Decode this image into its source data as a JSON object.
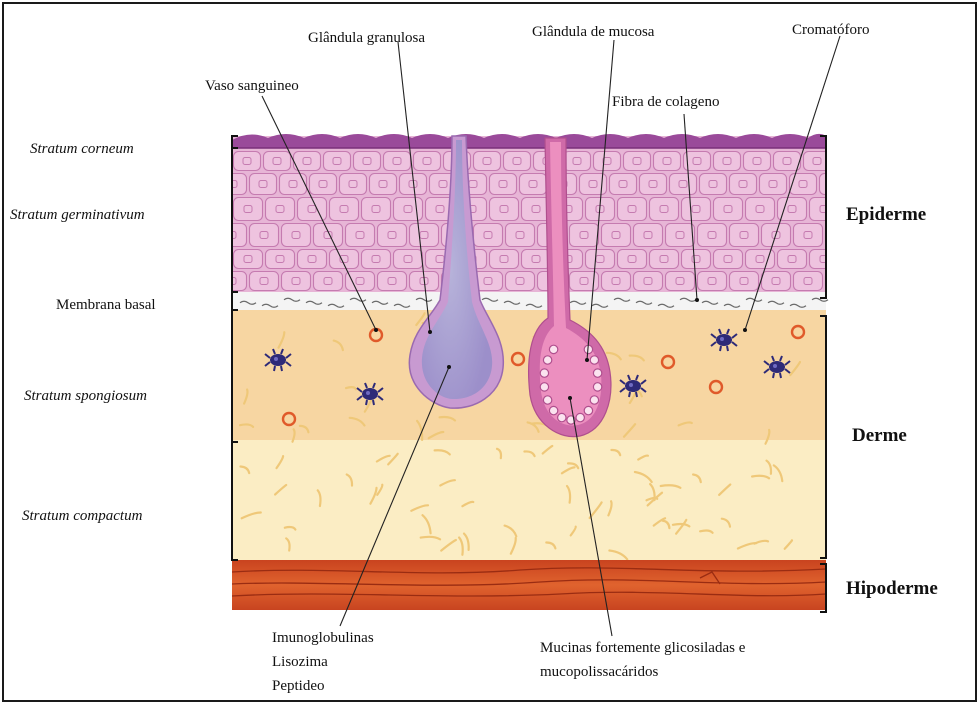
{
  "labels": {
    "vaso_sanguineo": "Vaso sanguineo",
    "glandula_granulosa": "Glândula granulosa",
    "glandula_mucosa": "Glândula de mucosa",
    "cromatoforo": "Cromatóforo",
    "fibra_colageno": "Fibra de colageno",
    "membrana_basal": "Membrana basal",
    "imunoglobulinas": "Imunoglobulinas",
    "lisozima": "Lisozima",
    "peptideo": "Peptideo",
    "mucinas_line1": "Mucinas fortemente glicosiladas e",
    "mucinas_line2": "mucopolissacáridos"
  },
  "strata": {
    "corneum": "Stratum corneum",
    "germinativum": "Stratum germinativum",
    "spongiosum": "Stratum spongiosum",
    "compactum": "Stratum compactum"
  },
  "layers": {
    "epiderme": "Epiderme",
    "derme": "Derme",
    "hipoderme": "Hipoderme"
  },
  "colors": {
    "border": "#1a1a1a",
    "corneum": "#9a4a9a",
    "epidermis": "#e7b5d6",
    "cell_outline": "#c57bb0",
    "basal_membrane": "#f4f4f4",
    "spongiosum": "#f7d6a2",
    "compactum": "#fbedc4",
    "collagen_strands": "#f0cf8a",
    "hypodermis": "#d9542a",
    "granular_gland": "#a99fd0",
    "granular_gland_wall": "#c89ad1",
    "mucous_gland": "#ec8fbf",
    "mucous_gland_wall": "#cf6aa8",
    "chromatophore": "#2e2a78",
    "vessel": "#e05a2a"
  },
  "icons": [
    "blood-vessel-ring",
    "chromatophore-cell",
    "collagen-fiber"
  ]
}
